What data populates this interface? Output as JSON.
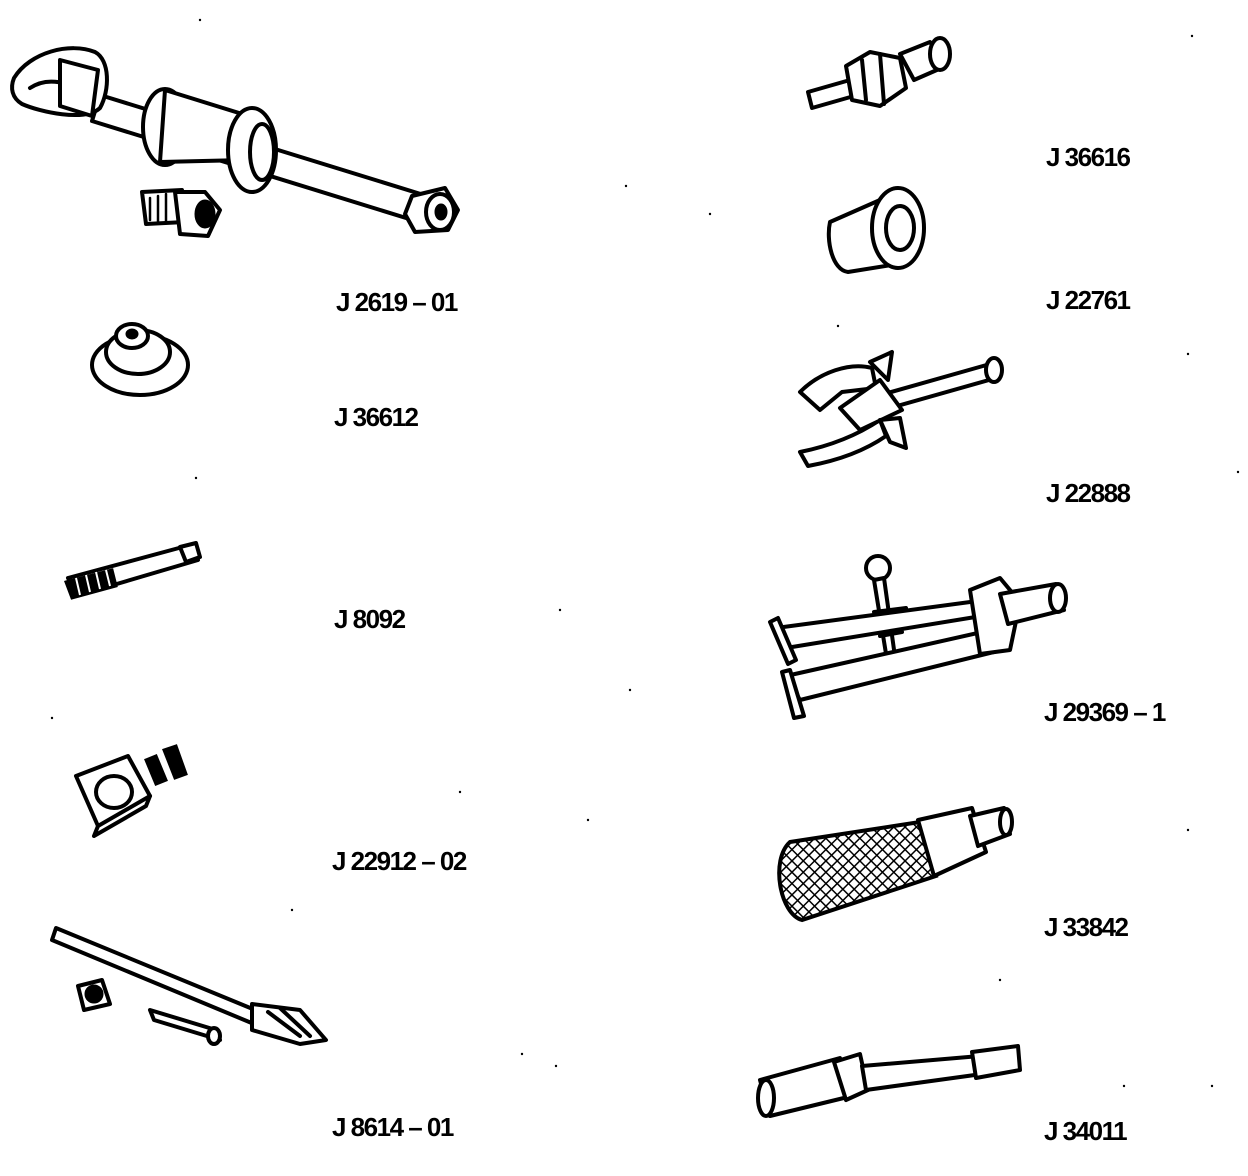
{
  "tools": [
    {
      "id": "J 2619 – 01"
    },
    {
      "id": "J 36612"
    },
    {
      "id": "J 8092"
    },
    {
      "id": "J 22912 – 02"
    },
    {
      "id": "J 8614 – 01"
    },
    {
      "id": "J 36616"
    },
    {
      "id": "J 22761"
    },
    {
      "id": "J 22888"
    },
    {
      "id": "J 29369 – 1"
    },
    {
      "id": "J 33842"
    },
    {
      "id": "J 34011"
    }
  ]
}
